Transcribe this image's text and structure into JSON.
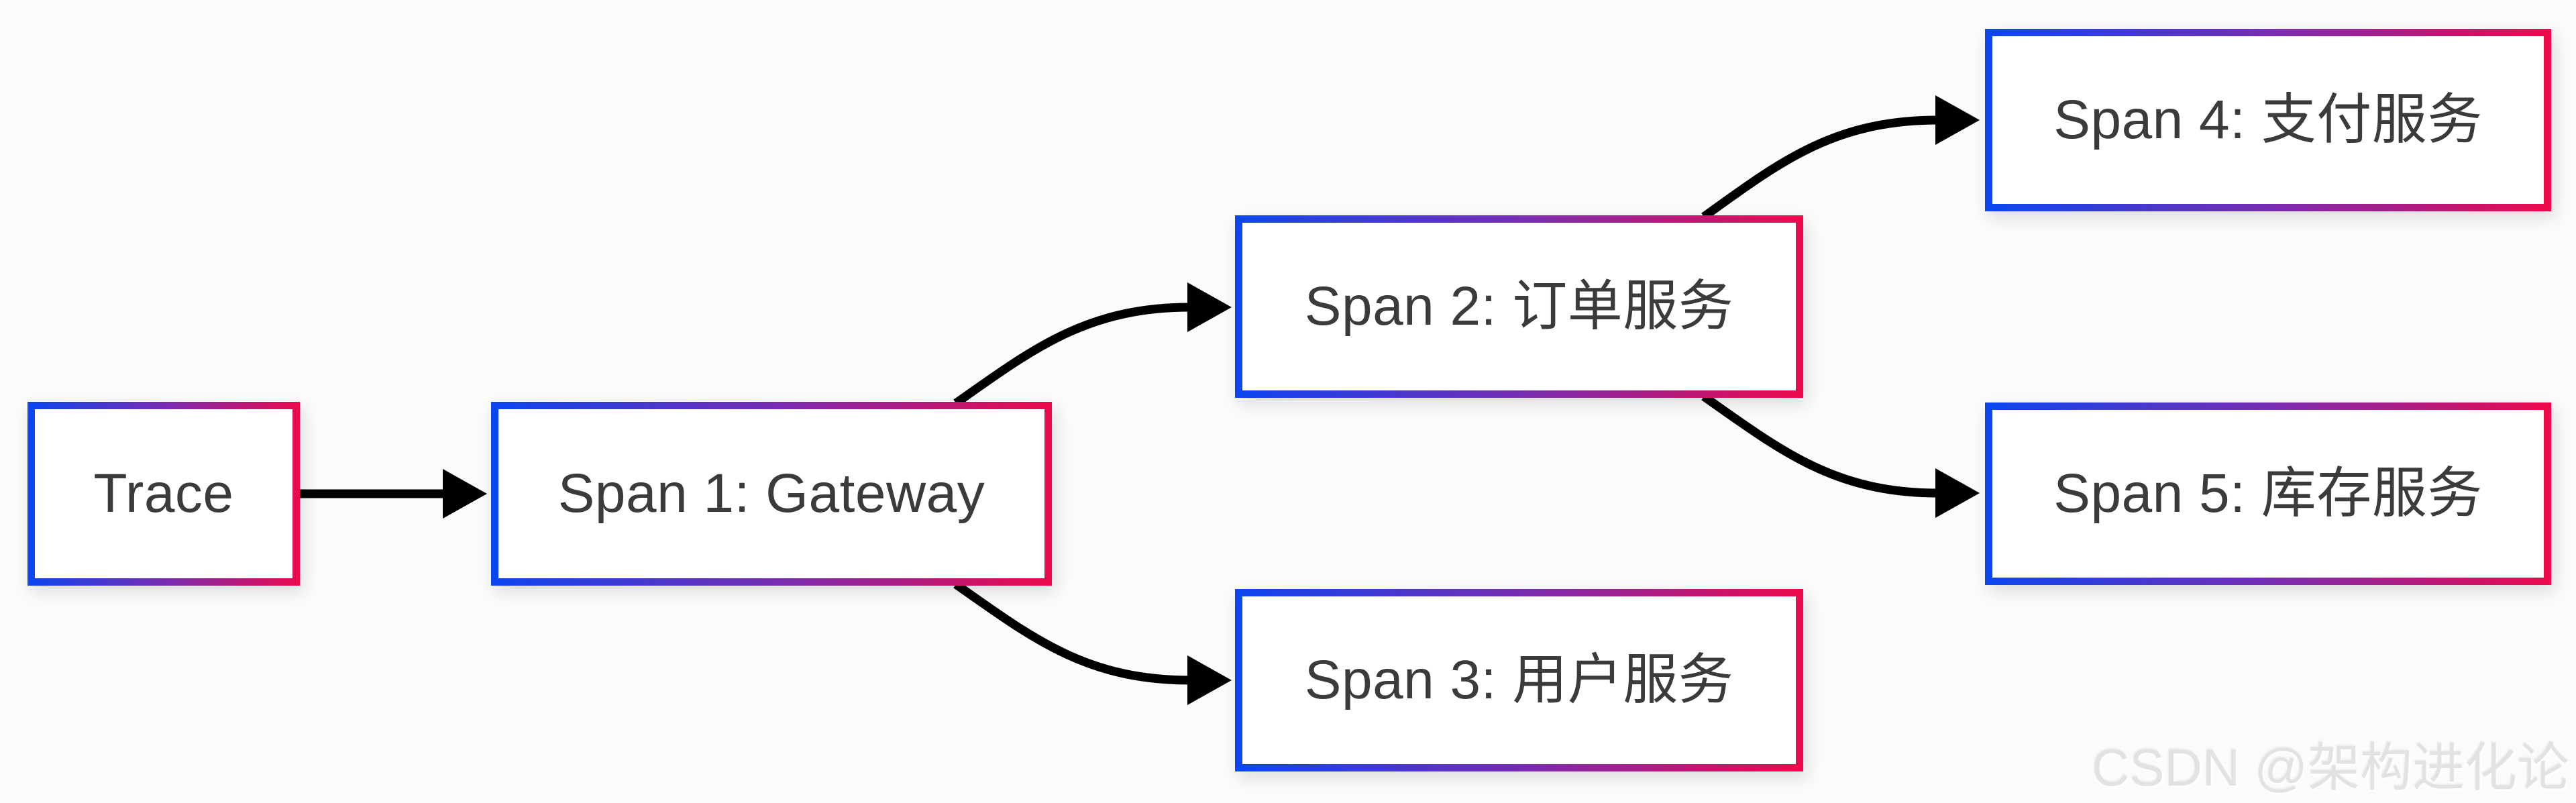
{
  "diagram": {
    "nodes": [
      {
        "id": "trace",
        "label": "Trace"
      },
      {
        "id": "span1",
        "label": "Span 1: Gateway"
      },
      {
        "id": "span2",
        "label": "Span 2: 订单服务"
      },
      {
        "id": "span3",
        "label": "Span 3: 用户服务"
      },
      {
        "id": "span4",
        "label": "Span 4: 支付服务"
      },
      {
        "id": "span5",
        "label": "Span 5: 库存服务"
      }
    ],
    "edges": [
      {
        "from": "trace",
        "to": "span1"
      },
      {
        "from": "span1",
        "to": "span2"
      },
      {
        "from": "span1",
        "to": "span3"
      },
      {
        "from": "span2",
        "to": "span4"
      },
      {
        "from": "span2",
        "to": "span5"
      }
    ],
    "colors": {
      "border_gradient_start": "#0b46f0",
      "border_gradient_mid": "#7b2bb0",
      "border_gradient_end": "#ec0a4b",
      "node_fill": "#ffffff",
      "arrow": "#000000",
      "text": "#3b3b3b",
      "background": "#fbfbfb",
      "watermark": "#e2e2e2"
    }
  },
  "watermark": {
    "text": "CSDN @架构进化论"
  }
}
